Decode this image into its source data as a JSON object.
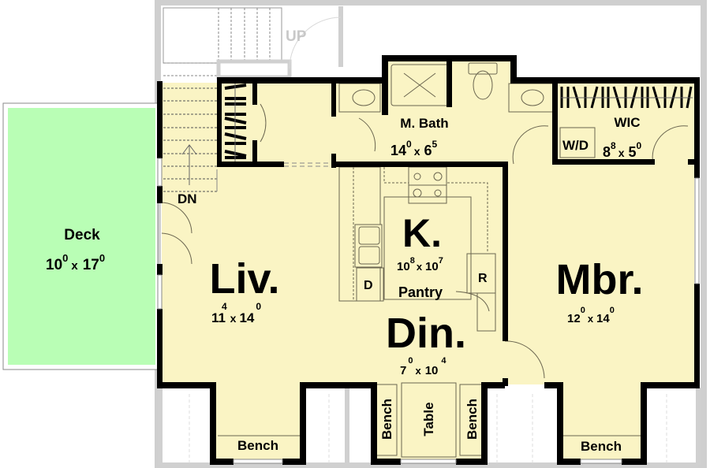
{
  "colors": {
    "floor": "#FAF4C4",
    "deck": "#B9FEB5",
    "wall": "#000000",
    "lower_level_gray": "#C8C8C8",
    "fixture_line": "#6b6650"
  },
  "rooms": {
    "deck": {
      "name": "Deck",
      "w_ft": "10",
      "w_in": "0",
      "d_ft": "17",
      "d_in": "0",
      "x": "x"
    },
    "living": {
      "name": "Liv.",
      "w_ft": "11",
      "w_in": "4",
      "d_ft": "14",
      "d_in": "0",
      "x": "x"
    },
    "kitchen": {
      "name": "K.",
      "w_ft": "10",
      "w_in": "8",
      "d_ft": "10",
      "d_in": "7",
      "x": "x"
    },
    "dining": {
      "name": "Din.",
      "w_ft": "7",
      "w_in": "0",
      "d_ft": "10",
      "d_in": "4",
      "x": "x"
    },
    "master_bedroom": {
      "name": "Mbr.",
      "w_ft": "12",
      "w_in": "0",
      "d_ft": "14",
      "d_in": "0",
      "x": "x"
    },
    "master_bath": {
      "name": "M. Bath",
      "w_ft": "14",
      "w_in": "0",
      "d_ft": "6",
      "d_in": "5",
      "x": "x"
    },
    "wic": {
      "name": "WIC",
      "w_ft": "8",
      "w_in": "8",
      "d_ft": "5",
      "d_in": "0",
      "x": "x"
    }
  },
  "labels": {
    "stairs_up": "UP",
    "stairs_down": "DN",
    "washer_dryer": "W/D",
    "pantry": "Pantry",
    "refrigerator": "R",
    "dishwasher": "D",
    "bench_living": "Bench",
    "bench_dining_left": "Bench",
    "table": "Table",
    "bench_dining_right": "Bench",
    "bench_master": "Bench"
  }
}
